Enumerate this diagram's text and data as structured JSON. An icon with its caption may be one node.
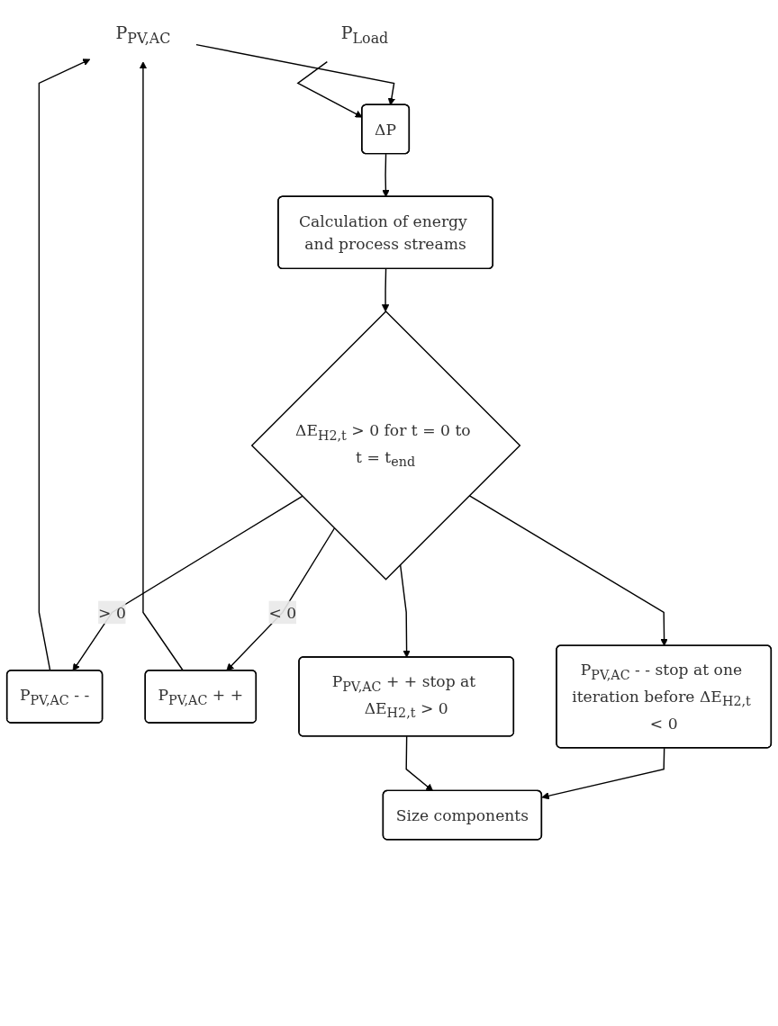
{
  "diagram": {
    "nodes": [
      {
        "text": [
          "P$_{PV,AC}$"
        ]
      },
      {
        "text": [
          "P$_{Load}$"
        ]
      },
      {
        "text": [
          "ΔP"
        ]
      },
      {
        "text": [
          "Calculation of energy and process streams"
        ]
      },
      {
        "text": [
          "P$_{PV,AC}$ - -"
        ]
      },
      {
        "text": [
          "P$_{PV,AC}$ + +"
        ]
      },
      {
        "text": [
          "ΔE$_{H2,t}$ > 0 for t = 0 to t = t$_{end}$"
        ]
      },
      {
        "text": [
          "P$_{PV,AC}$ - - stop at one iteration before ΔE$_{H2,t}$ < 0"
        ]
      },
      {
        "text": [
          "P$_{PV,AC}$ + + stop at ΔE$_{H2,t}$ > 0"
        ]
      },
      {
        "text": [
          "Size components"
        ]
      }
    ],
    "edges": [
      {
        "from": 0,
        "to": 2,
        "arrow": "to"
      },
      {
        "from": 1,
        "to": 2,
        "arrow": "to"
      },
      {
        "from": 2,
        "to": 3,
        "arrow": "to"
      },
      {
        "from": 3,
        "to": 6,
        "arrow": "to"
      },
      {
        "from": 6,
        "to": 4,
        "arrow": "to",
        "label": "> 0"
      },
      {
        "from": 6,
        "to": 5,
        "arrow": "to",
        "label": "< 0"
      },
      {
        "from": 4,
        "to": 0,
        "arrow": "to"
      },
      {
        "from": 5,
        "to": 0,
        "arrow": "to"
      },
      {
        "from": 6,
        "to": 7,
        "arrow": "to"
      },
      {
        "from": 6,
        "to": 8,
        "arrow": "to"
      },
      {
        "from": 7,
        "to": 9,
        "arrow": "to"
      },
      {
        "from": 8,
        "to": 9,
        "arrow": "to"
      }
    ]
  }
}
